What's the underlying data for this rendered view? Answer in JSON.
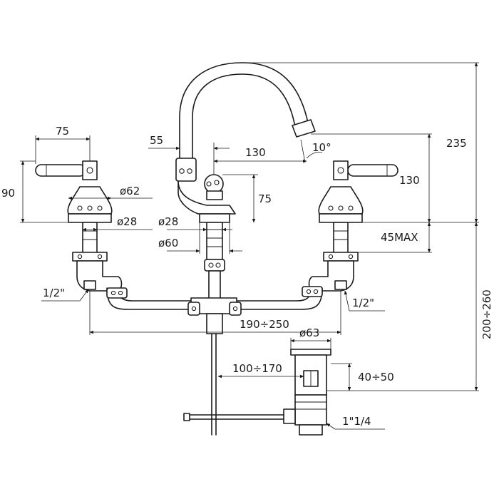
{
  "dimensions": {
    "lever_width": "75",
    "lever_height": "90",
    "body_diameter": "ø62",
    "stem_diameter_left": "ø28",
    "spout_offset": "55",
    "spout_reach": "130",
    "spout_angle": "10°",
    "spout_side_height": "130",
    "spout_overall_height": "235",
    "spout_body_height": "75",
    "center_stem_diameter": "ø28",
    "center_base_diameter": "ø60",
    "deck_thickness": "45MAX",
    "inlet_left": "1/2\"",
    "inlet_right": "1/2\"",
    "center_spacing": "190÷250",
    "tail_length": "200÷260",
    "waste_diameter": "ø63",
    "waste_rod_distance": "100÷170",
    "waste_height": "40÷50",
    "waste_thread": "1\"1/4"
  }
}
